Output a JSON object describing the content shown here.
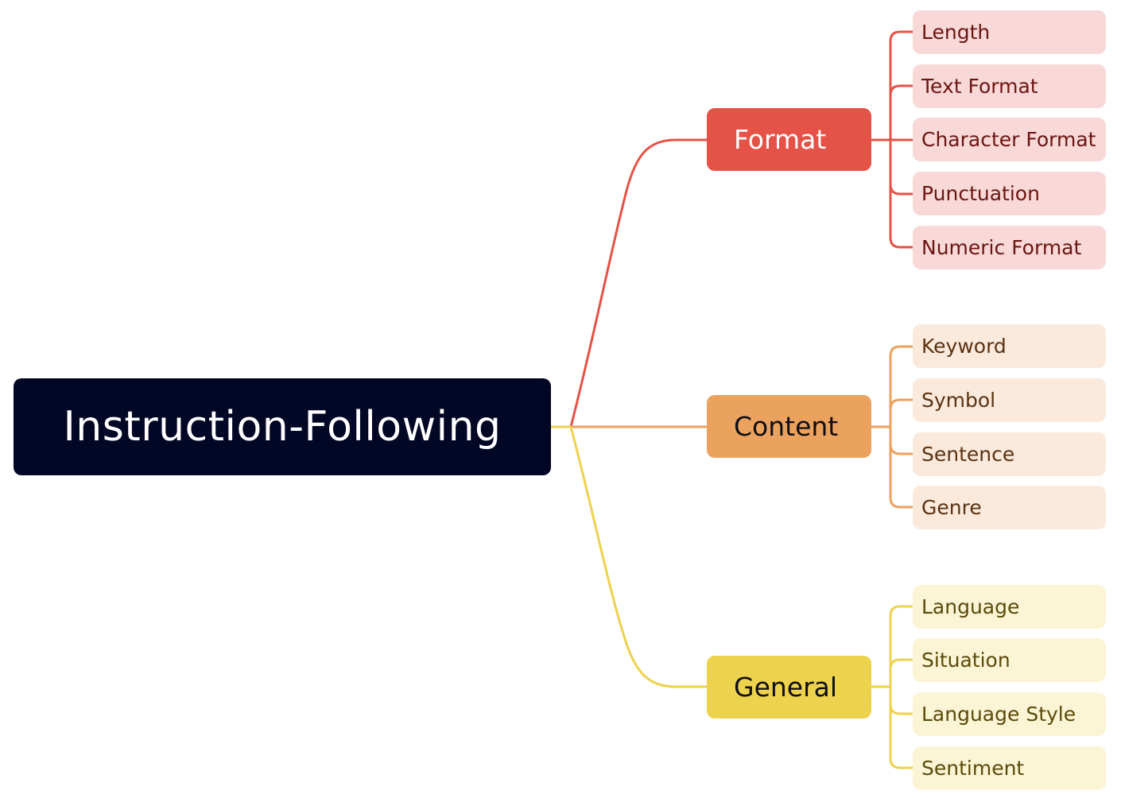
{
  "root": {
    "label": "Instruction-Following"
  },
  "colors": {
    "root_bg": "#020725",
    "format": "#e55247",
    "content": "#eba25e",
    "general": "#edd24e",
    "format_leaf_bg": "#f8d9d7",
    "content_leaf_bg": "#fbeadc",
    "general_leaf_bg": "#fcf5d5"
  },
  "branches": [
    {
      "label": "Format",
      "children": [
        "Length",
        "Text Format",
        "Character Format",
        "Punctuation",
        "Numeric Format"
      ]
    },
    {
      "label": "Content",
      "children": [
        "Keyword",
        "Symbol",
        "Sentence",
        "Genre"
      ]
    },
    {
      "label": "General",
      "children": [
        "Language",
        "Situation",
        "Language Style",
        "Sentiment"
      ]
    }
  ]
}
